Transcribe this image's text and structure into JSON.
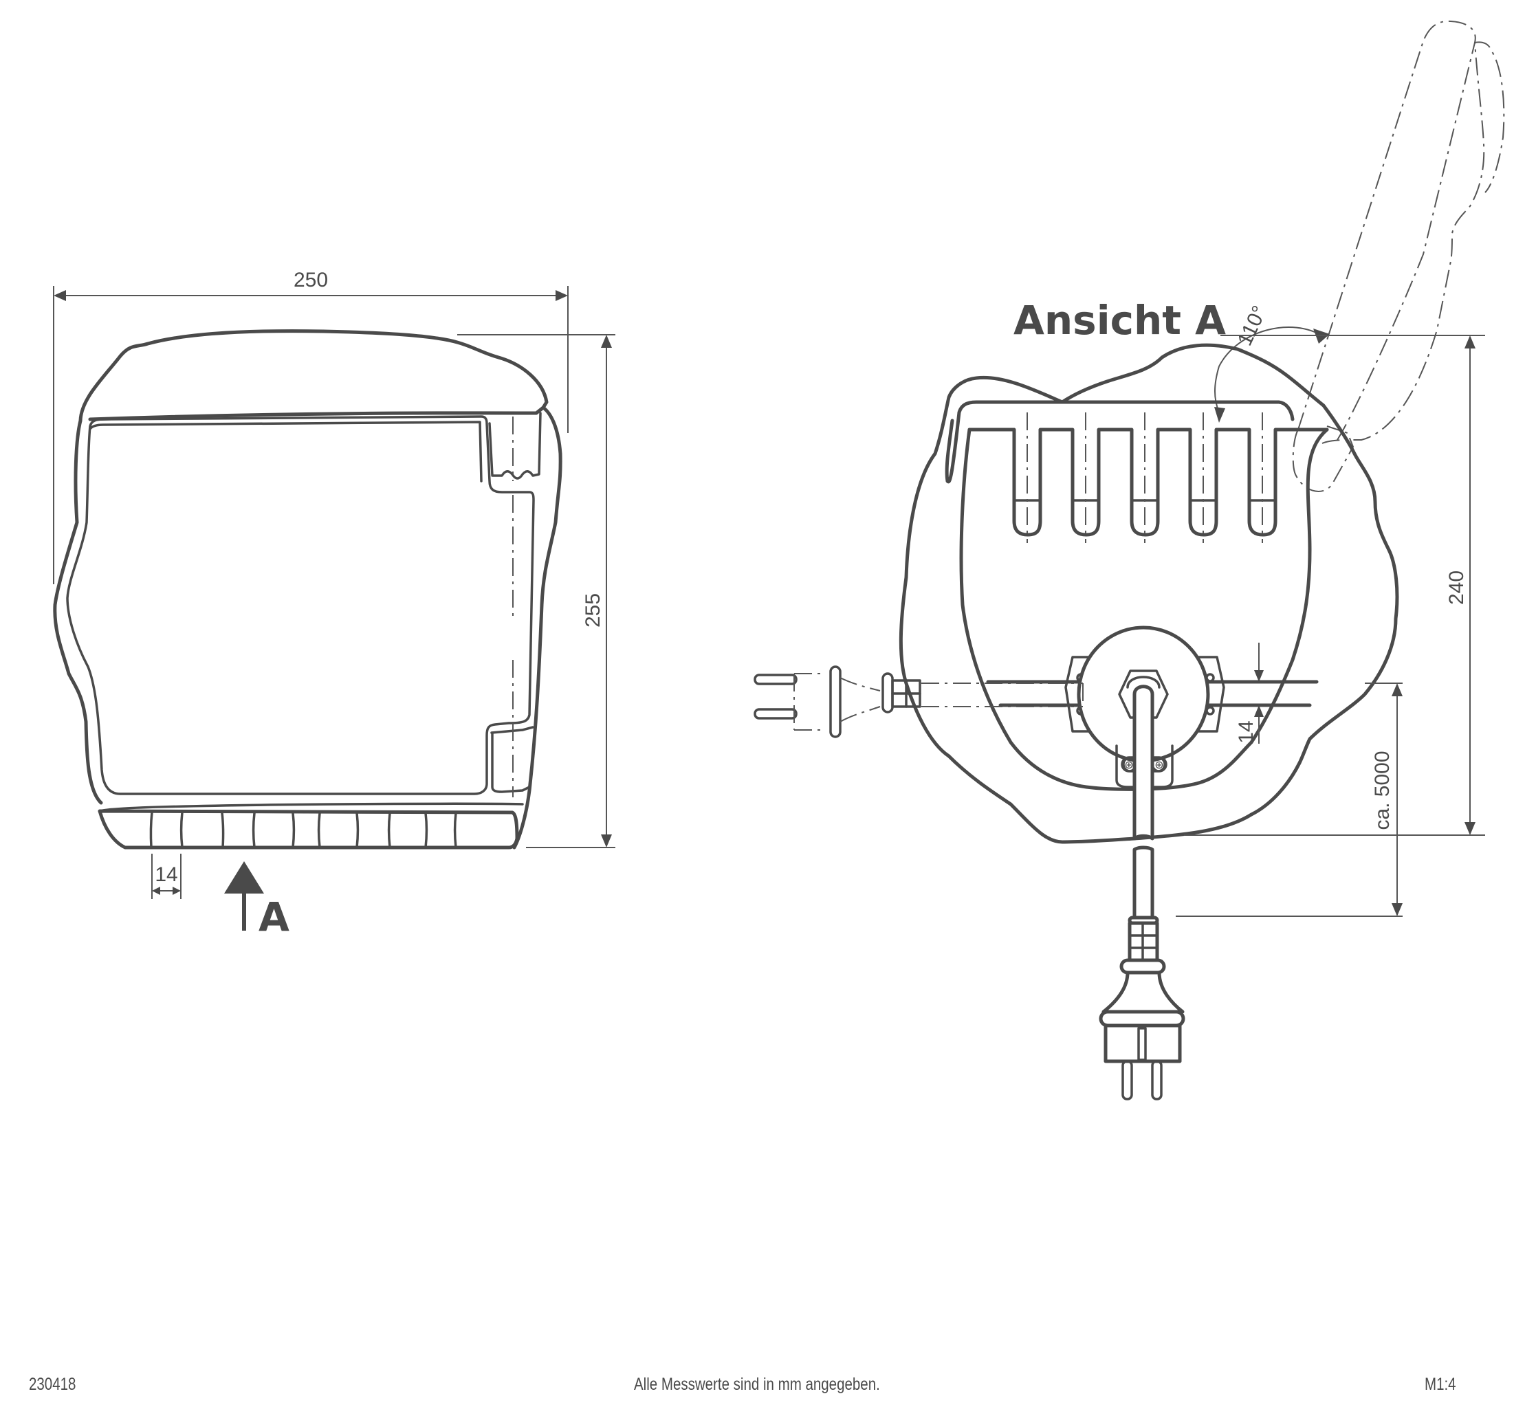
{
  "drawing": {
    "side_view": {
      "dim_width": "250",
      "dim_height": "255",
      "dim_rib": "14",
      "view_arrow_label": "A"
    },
    "view_a": {
      "title": "Ansicht A",
      "dim_angle": "110°",
      "dim_height": "240",
      "dim_strap": "14",
      "dim_cable": "ca. 5000"
    }
  },
  "footer": {
    "doc_number": "230418",
    "note": "Alle Messwerte sind in mm angegeben.",
    "scale": "M1:4"
  },
  "colors": {
    "line": "#4a4a4a",
    "background": "#ffffff"
  }
}
